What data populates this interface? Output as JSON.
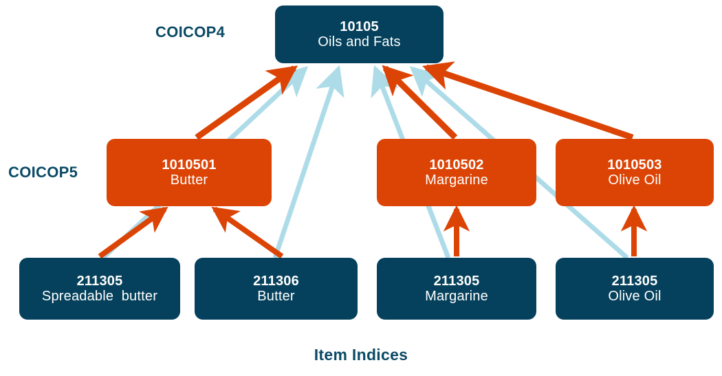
{
  "diagram": {
    "title_footer": "Item Indices",
    "level_labels": [
      {
        "id": "coicop4",
        "text": "COICOP4"
      },
      {
        "id": "coicop5",
        "text": "COICOP5"
      }
    ],
    "colors": {
      "navy": "#05415c",
      "orange": "#dc4405",
      "light_blue": "#addce8",
      "label_blue": "#0b4a66",
      "background": "#ffffff"
    },
    "nodes": {
      "coicop4": [
        {
          "id": "n10105",
          "code": "10105",
          "name": "Oils and Fats",
          "color": "navy"
        }
      ],
      "coicop5": [
        {
          "id": "n1010501",
          "code": "1010501",
          "name": "Butter",
          "color": "orange"
        },
        {
          "id": "n1010502",
          "code": "1010502",
          "name": "Margarine",
          "color": "orange"
        },
        {
          "id": "n1010503",
          "code": "1010503",
          "name": "Olive Oil",
          "color": "orange"
        }
      ],
      "items": [
        {
          "id": "i211305a",
          "code": "211305",
          "name": "Spreadable  butter",
          "color": "navy"
        },
        {
          "id": "i211306",
          "code": "211306",
          "name": "Butter",
          "color": "navy"
        },
        {
          "id": "i211305b",
          "code": "211305",
          "name": "Margarine",
          "color": "navy"
        },
        {
          "id": "i211305c",
          "code": "211305",
          "name": "Olive Oil",
          "color": "navy"
        }
      ]
    },
    "edges": [
      {
        "id": "e-butter-to-oilsfats",
        "from": "n1010501",
        "to": "n10105",
        "style": "orange-thick"
      },
      {
        "id": "e-margarine-to-oilsfats",
        "from": "n1010502",
        "to": "n10105",
        "style": "orange-thick"
      },
      {
        "id": "e-oliveoil-to-oilsfats",
        "from": "n1010503",
        "to": "n10105",
        "style": "orange-thick"
      },
      {
        "id": "e-spreadable-to-butter",
        "from": "i211305a",
        "to": "n1010501",
        "style": "orange-thick"
      },
      {
        "id": "e-butteritem-to-butter",
        "from": "i211306",
        "to": "n1010501",
        "style": "orange-thick"
      },
      {
        "id": "e-margarineitem-to-margarine",
        "from": "i211305b",
        "to": "n1010502",
        "style": "orange-thick"
      },
      {
        "id": "e-oliveoilitem-to-oliveoil",
        "from": "i211305c",
        "to": "n1010503",
        "style": "orange-thick"
      },
      {
        "id": "e-spreadable-to-oilsfats",
        "from": "i211305a",
        "to": "n10105",
        "style": "lightblue-thin"
      },
      {
        "id": "e-butteritem-to-oilsfats",
        "from": "i211306",
        "to": "n10105",
        "style": "lightblue-thin"
      },
      {
        "id": "e-margarineitem-to-oilsfats",
        "from": "i211305b",
        "to": "n10105",
        "style": "lightblue-thin"
      },
      {
        "id": "e-oliveoilitem-to-oilsfats",
        "from": "i211305c",
        "to": "n10105",
        "style": "lightblue-thin"
      }
    ]
  }
}
